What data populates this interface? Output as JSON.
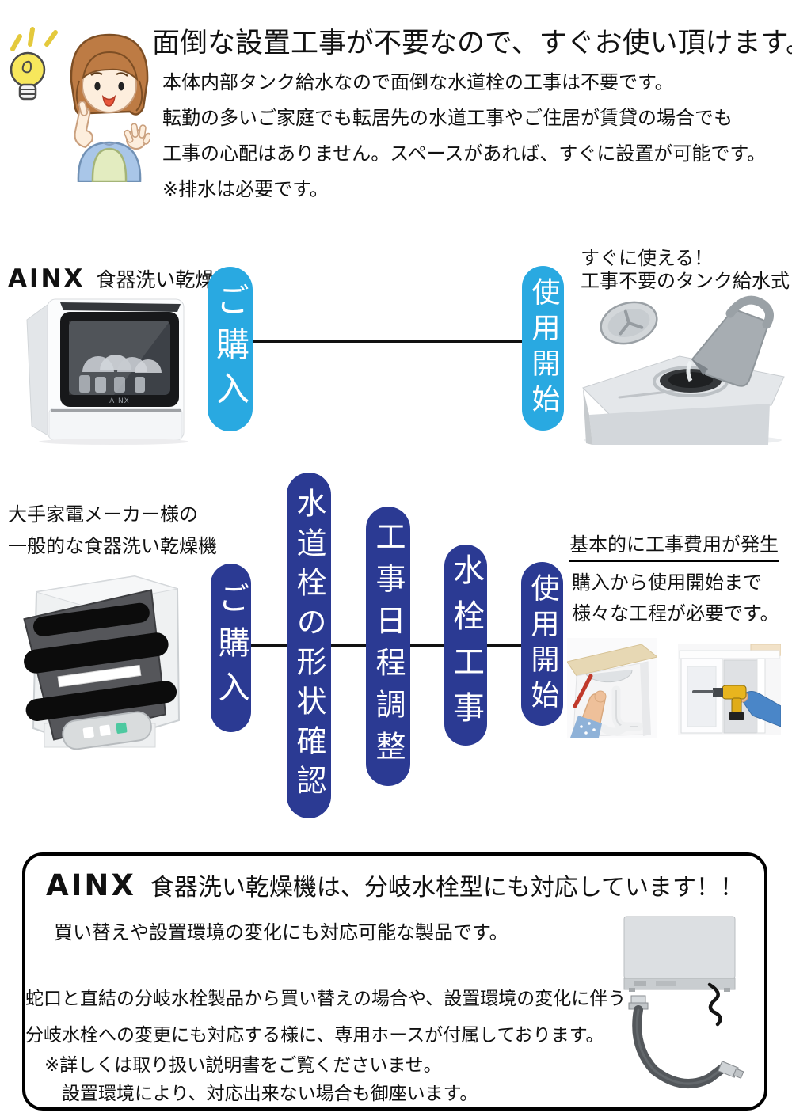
{
  "colors": {
    "accent_blue": "#29a9e1",
    "accent_navy": "#2b3a93",
    "line_black": "#111111"
  },
  "intro": {
    "heading": "面倒な設置工事が不要なので、すぐお使い頂けます。",
    "lines": [
      "本体内部タンク給水なので面倒な水道栓の工事は不要です。",
      "転勤の多いご家庭でも転居先の水道工事やご住居が賃貸の場合でも",
      "工事の心配はありません。スペースがあれば、すぐに設置が可能です。",
      "※排水は必要です。"
    ]
  },
  "ainx_flow": {
    "brand": "AINX",
    "product": "食器洗い乾燥機",
    "step_purchase": "ご購入",
    "step_start": "使用開始",
    "tank_caption_1": "すぐに使える！",
    "tank_caption_2": "工事不要のタンク給水式"
  },
  "generic_flow": {
    "label_1": "大手家電メーカー様の",
    "label_2": "一般的な食器洗い乾燥機",
    "step_purchase": "ご購入",
    "step_check": "水道栓の形状確認",
    "step_schedule": "工事日程調整",
    "step_work": "水栓工事",
    "step_start": "使用開始",
    "cost_heading": "基本的に工事費用が発生",
    "cost_line_1": "購入から使用開始まで",
    "cost_line_2": "様々な工程が必要です。"
  },
  "support_box": {
    "brand": "AINX",
    "heading": "食器洗い乾燥機は、分岐水栓型にも対応しています！！",
    "sub": "買い替えや設置環境の変化にも対応可能な製品です。",
    "body_1": "蛇口と直結の分岐水栓製品から買い替えの場合や、設置環境の変化に伴う",
    "body_2": "分岐水栓への変更にも対応する様に、専用ホースが付属しております。",
    "note_1": "※詳しくは取り扱い説明書をご覧くださいませ。",
    "note_2": "設置環境により、対応出来ない場合も御座います。"
  }
}
